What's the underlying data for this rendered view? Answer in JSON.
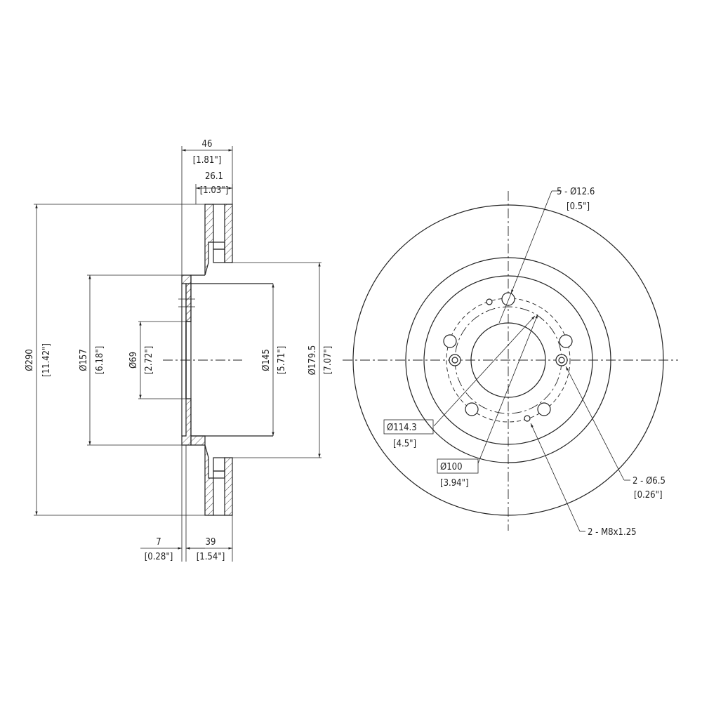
{
  "side_view": {
    "width_total": {
      "value": "46",
      "inch": "[1.81\"]"
    },
    "rotor_thickness": {
      "value": "26.1",
      "inch": "[1.03\"]"
    },
    "outer_diameter": {
      "value": "Ø290",
      "inch": "[11.42\"]"
    },
    "hat_diameter": {
      "value": "Ø157",
      "inch": "[6.18\"]"
    },
    "center_bore": {
      "value": "Ø69",
      "inch": "[2.72\"]"
    },
    "inner_diameter": {
      "value": "Ø145",
      "inch": "[5.71\"]"
    },
    "friction_inner": {
      "value": "Ø179.5",
      "inch": "[7.07\"]"
    },
    "flange_thickness": {
      "value": "7",
      "inch": "[0.28\"]"
    },
    "hat_height": {
      "value": "39",
      "inch": "[1.54\"]"
    }
  },
  "front_view": {
    "bolt_holes": {
      "value": "5 - Ø12.6",
      "inch": "[0.5\"]"
    },
    "bolt_circle_large": {
      "value": "Ø114.3",
      "inch": "[4.5\"]"
    },
    "bolt_circle_small": {
      "value": "Ø100",
      "inch": "[3.94\"]"
    },
    "locator_holes": {
      "value": "2 - Ø6.5",
      "inch": "[0.26\"]"
    },
    "screw_holes": {
      "value": "2 - M8x1.25"
    }
  }
}
